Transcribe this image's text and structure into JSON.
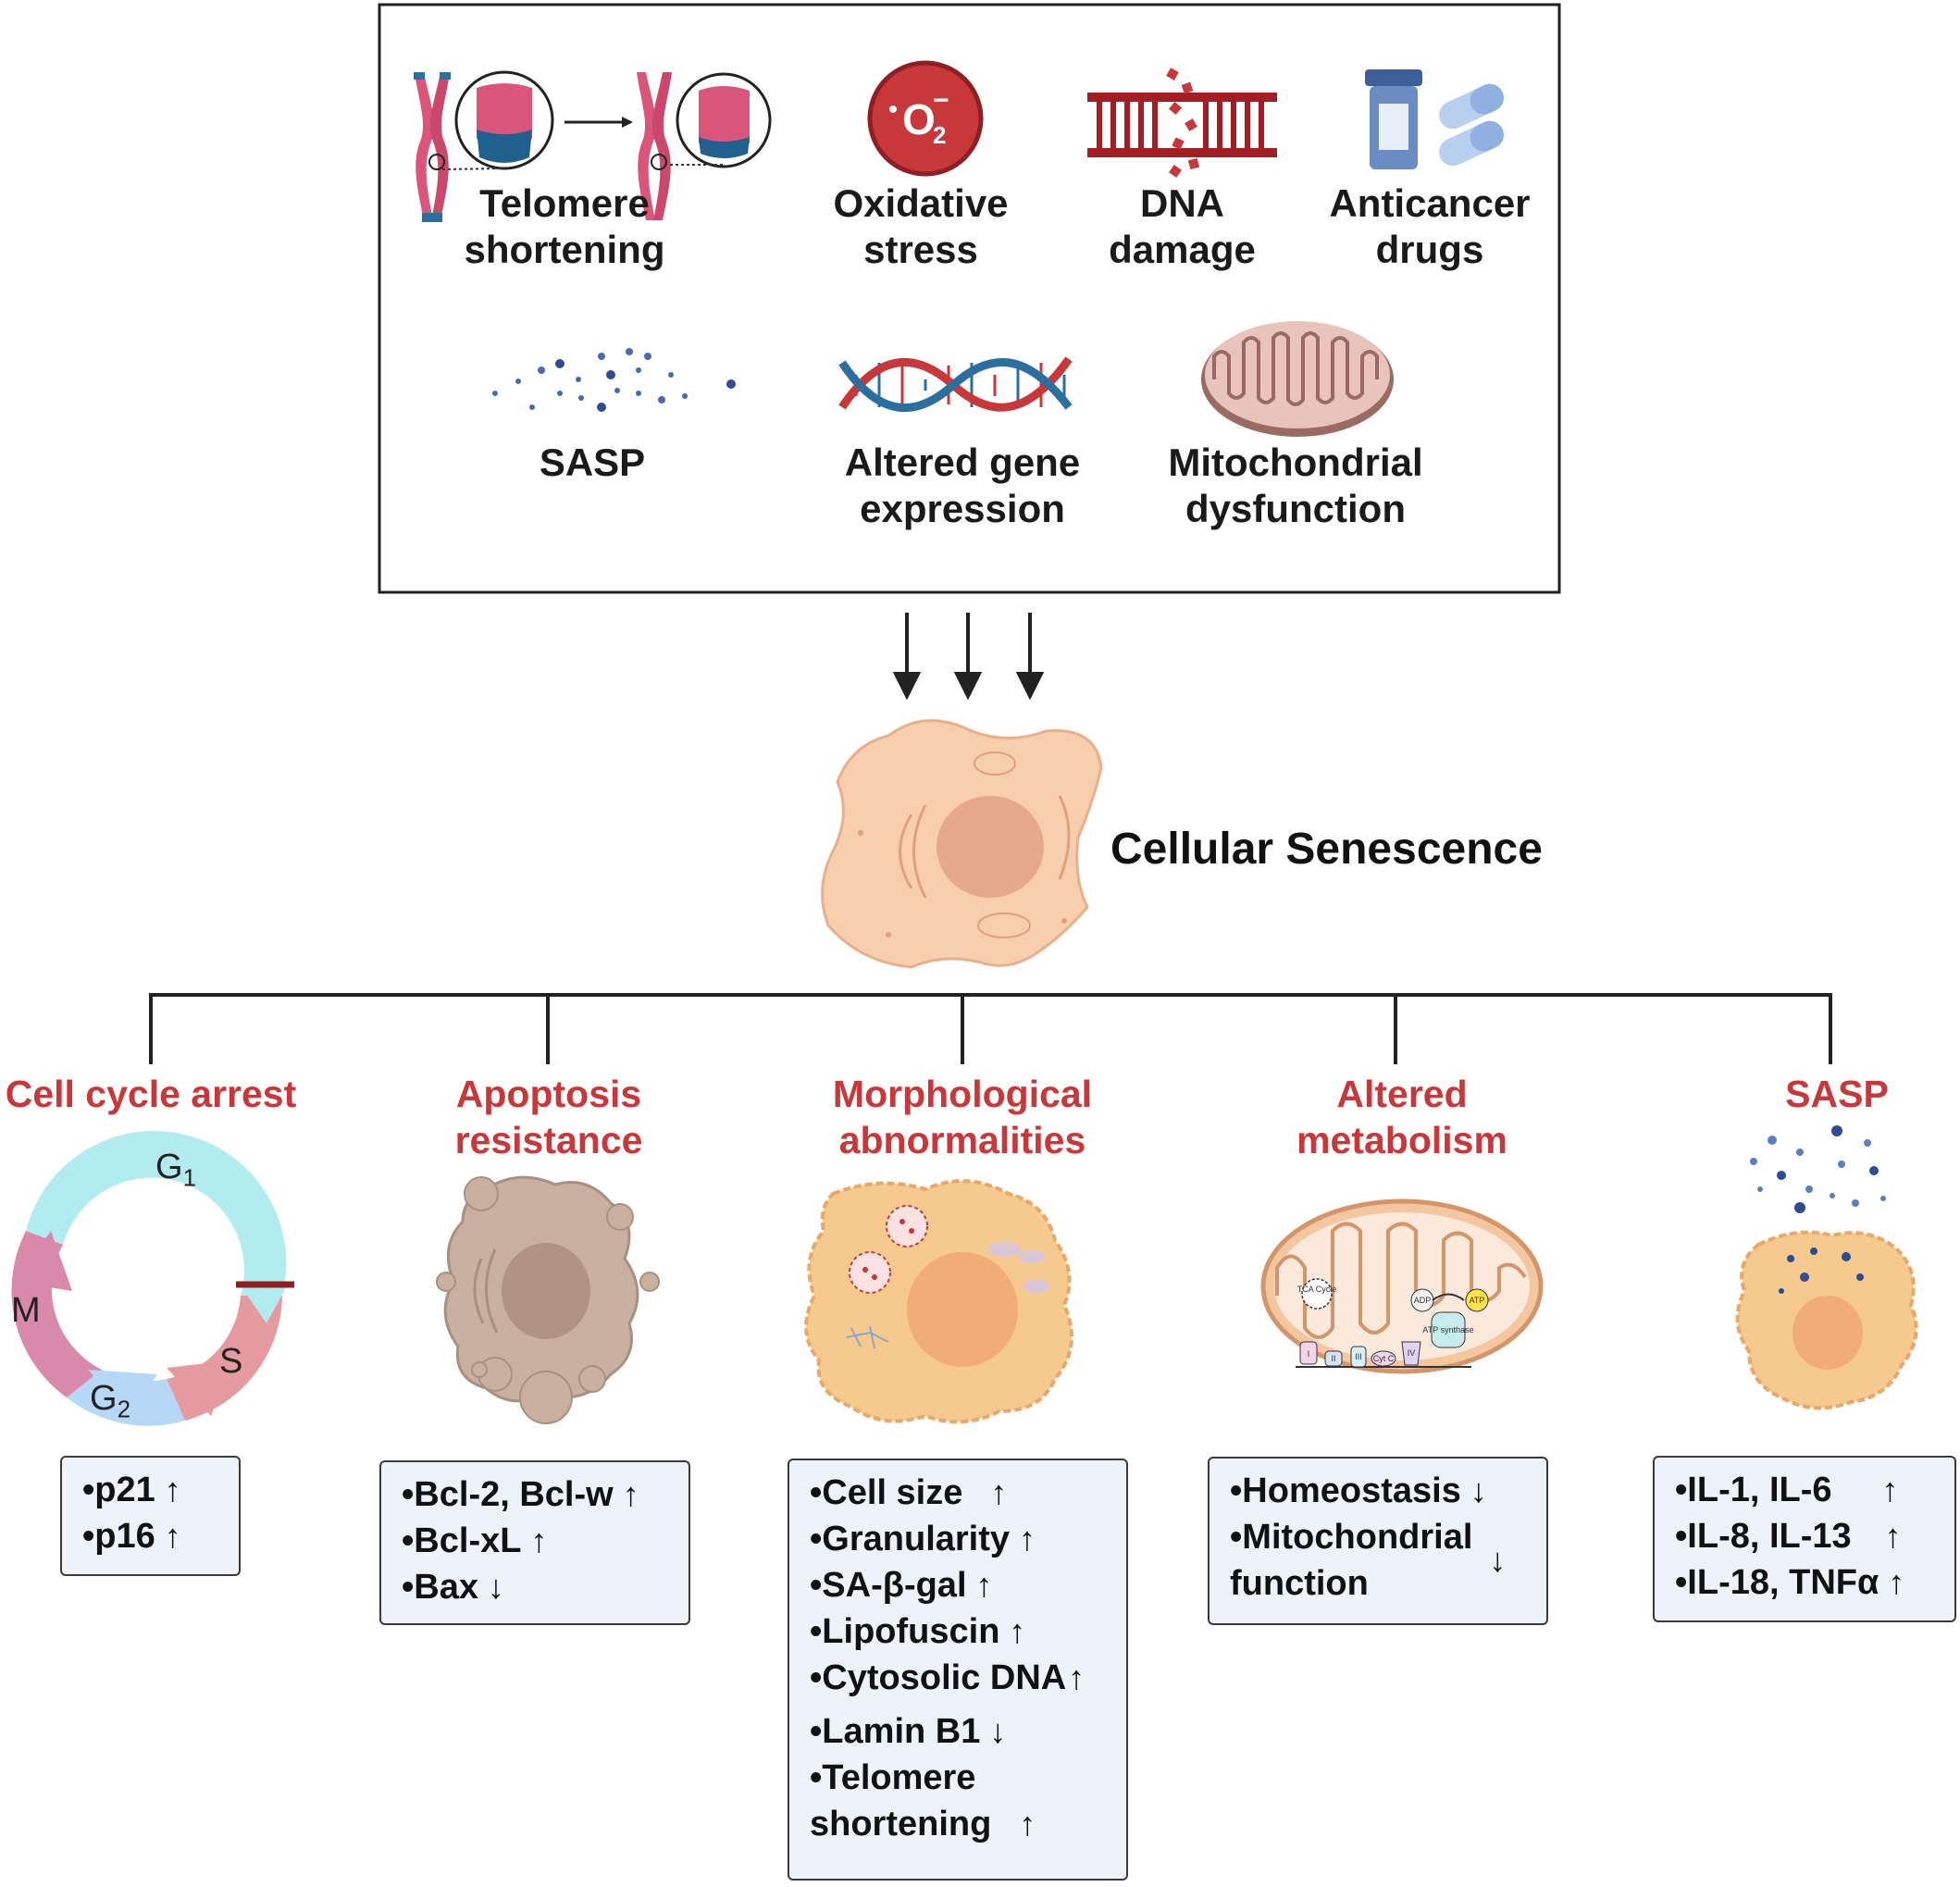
{
  "top_box": {
    "causes": [
      {
        "icon": "telomere-shortening-icon",
        "label": "Telomere\nshortening"
      },
      {
        "icon": "superoxide-icon",
        "label": "Oxidative\nstress",
        "symbol": "•O₂⁻"
      },
      {
        "icon": "dna-damage-icon",
        "label": "DNA\ndamage"
      },
      {
        "icon": "pill-bottle-icon",
        "label": "Anticancer\ndrugs"
      },
      {
        "icon": "sasp-particles-icon",
        "label": "SASP"
      },
      {
        "icon": "dna-helix-icon",
        "label": "Altered gene\nexpression"
      },
      {
        "icon": "mitochondrion-icon",
        "label": "Mitochondrial\ndysfunction"
      }
    ]
  },
  "center": {
    "title": "Cellular Senescence",
    "icon": "senescent-cell-icon"
  },
  "colors": {
    "category": "#c8383a",
    "box_fill": "#eef3fb",
    "line": "#222222"
  },
  "hallmarks": [
    {
      "title": "Cell cycle arrest",
      "cycle_labels": {
        "g1": "G",
        "g1_sub": "1",
        "s": "S",
        "g2": "G",
        "g2_sub": "2",
        "m": "M"
      },
      "items": [
        {
          "text": "•p21",
          "arrow": "↑"
        },
        {
          "text": "•p16",
          "arrow": "↑"
        }
      ]
    },
    {
      "title": "Apoptosis\nresistance",
      "items": [
        {
          "text": "•Bcl-2, Bcl-w",
          "arrow": "↑"
        },
        {
          "text": "•Bcl-xL",
          "arrow": "↑"
        },
        {
          "text": "•Bax",
          "arrow": "↓"
        }
      ]
    },
    {
      "title": "Morphological\nabnormalities",
      "items": [
        {
          "text": "•Cell size",
          "arrow": "↑"
        },
        {
          "text": "•Granularity",
          "arrow": "↑"
        },
        {
          "text": "•SA-β-gal",
          "arrow": "↑"
        },
        {
          "text": "•Lipofuscin",
          "arrow": "↑"
        },
        {
          "text": "•Cytosolic DNA",
          "arrow": "↑"
        },
        {
          "text": "•Lamin B1",
          "arrow": "↓"
        },
        {
          "text": "•Telomere\nshortening",
          "arrow": "↑"
        }
      ]
    },
    {
      "title": "Altered\nmetabolism",
      "mito_labels": {
        "tca": "TCA Cycle",
        "adp": "ADP",
        "atp": "ATP",
        "synthase": "ATP synthase",
        "c1": "I",
        "c2": "II",
        "c3": "III",
        "cytc": "Cyt C",
        "c4": "IV"
      },
      "items": [
        {
          "text": "•Homeostasis",
          "arrow": "↓"
        },
        {
          "text": "•Mitochondrial\nfunction",
          "arrow": "↓"
        }
      ]
    },
    {
      "title": "SASP",
      "items": [
        {
          "text": "•IL-1, IL-6",
          "arrow": "↑"
        },
        {
          "text": "•IL-8, IL-13",
          "arrow": "↑"
        },
        {
          "text": "•IL-18, TNFα",
          "arrow": "↑"
        }
      ]
    }
  ]
}
